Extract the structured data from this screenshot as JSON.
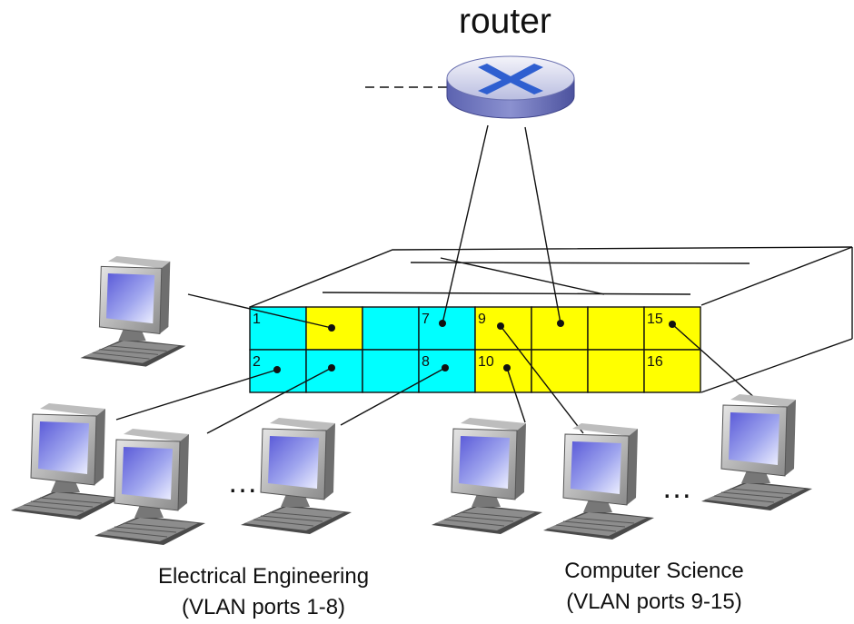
{
  "router": {
    "label": "router"
  },
  "switch": {
    "ports": [
      {
        "label": "1",
        "vlan": "ee"
      },
      {
        "label": "",
        "vlan": "cs"
      },
      {
        "label": "",
        "vlan": "ee"
      },
      {
        "label": "7",
        "vlan": "ee"
      },
      {
        "label": "9",
        "vlan": "cs"
      },
      {
        "label": "",
        "vlan": "cs"
      },
      {
        "label": "",
        "vlan": "cs"
      },
      {
        "label": "15",
        "vlan": "cs"
      },
      {
        "label": "2",
        "vlan": "ee"
      },
      {
        "label": "",
        "vlan": "ee"
      },
      {
        "label": "",
        "vlan": "ee"
      },
      {
        "label": "8",
        "vlan": "ee"
      },
      {
        "label": "10",
        "vlan": "cs"
      },
      {
        "label": "",
        "vlan": "cs"
      },
      {
        "label": "",
        "vlan": "cs"
      },
      {
        "label": "16",
        "vlan": "cs"
      }
    ]
  },
  "groups": {
    "ee": {
      "name": "Electrical Engineering",
      "ports": "(VLAN ports 1-8)"
    },
    "cs": {
      "name": "Computer Science",
      "ports": "(VLAN ports 9-15)"
    }
  },
  "ellipsis": "…",
  "colors": {
    "ee": "#00ffff",
    "cs": "#ffff00",
    "router_body": "#9aa0d8",
    "router_x": "#2f5fd0"
  }
}
